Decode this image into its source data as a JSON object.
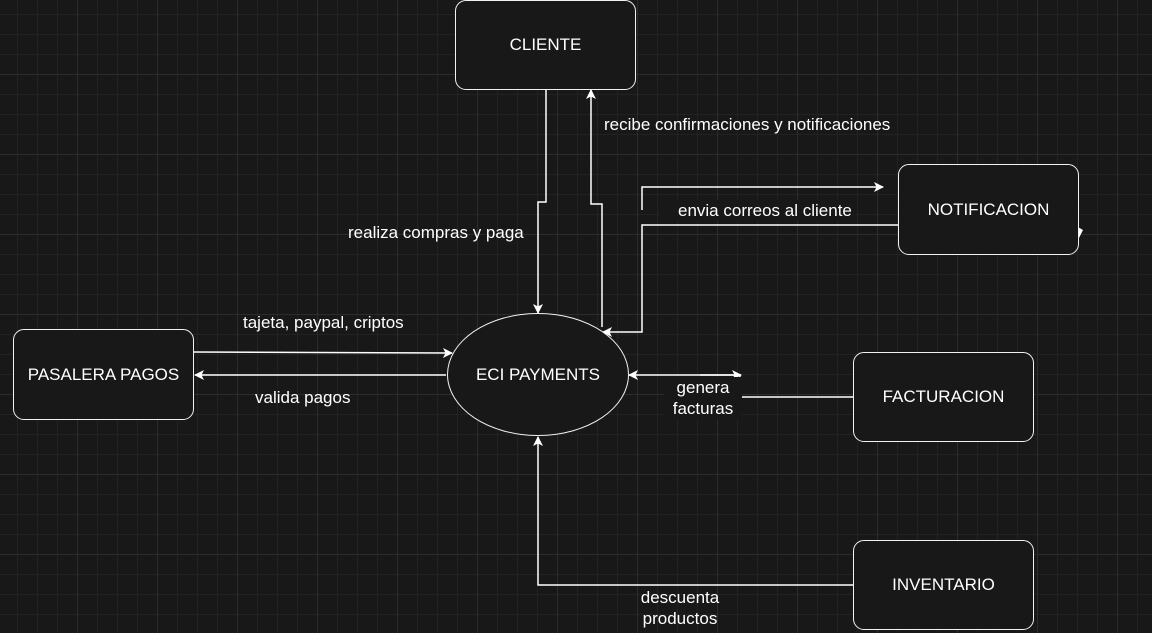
{
  "diagram": {
    "nodes": {
      "cliente": "CLIENTE",
      "notificacion": "NOTIFICACION",
      "pasarela": "PASALERA PAGOS",
      "eci": "ECI PAYMENTS",
      "facturacion": "FACTURACION",
      "inventario": "INVENTARIO"
    },
    "edges": {
      "recibe": "recibe confirmaciones y notificaciones",
      "envia": "envia correos al cliente",
      "realiza": "realiza compras y paga",
      "tarjeta": "tajeta, paypal, criptos",
      "valida": "valida pagos",
      "genera_line1": "genera",
      "genera_line2": "facturas",
      "descuenta_line1": "descuenta",
      "descuenta_line2": "productos"
    },
    "colors": {
      "background": "#181818",
      "stroke": "#ffffff"
    }
  }
}
